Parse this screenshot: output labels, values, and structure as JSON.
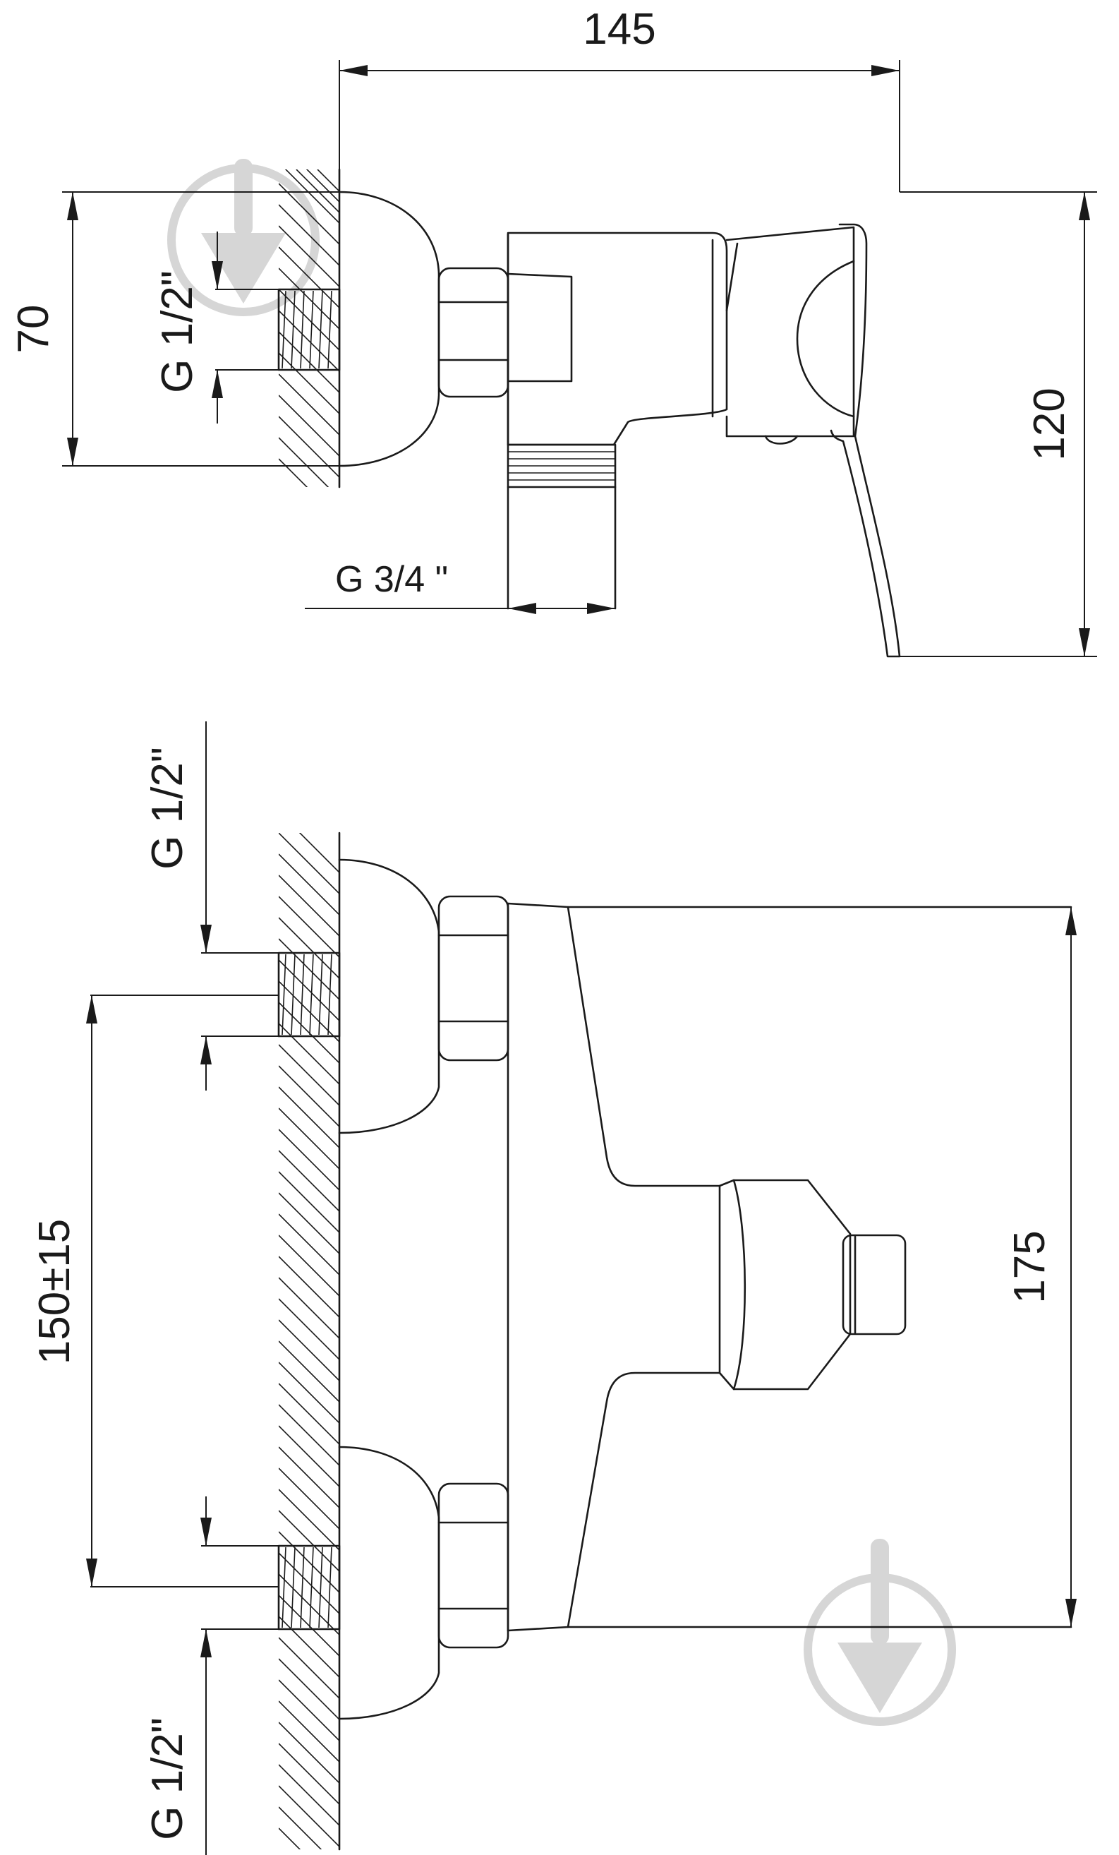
{
  "top_view": {
    "width_label": "145",
    "height_left_label": "70",
    "height_right_label": "120",
    "inlet_thread_label": "G 1/2\"",
    "outlet_thread_label": "G 3/4 \""
  },
  "front_view": {
    "inlet_top_label": "G 1/2\"",
    "inlet_bottom_label": "G 1/2\"",
    "spacing_label": "150±15",
    "height_label": "175"
  }
}
